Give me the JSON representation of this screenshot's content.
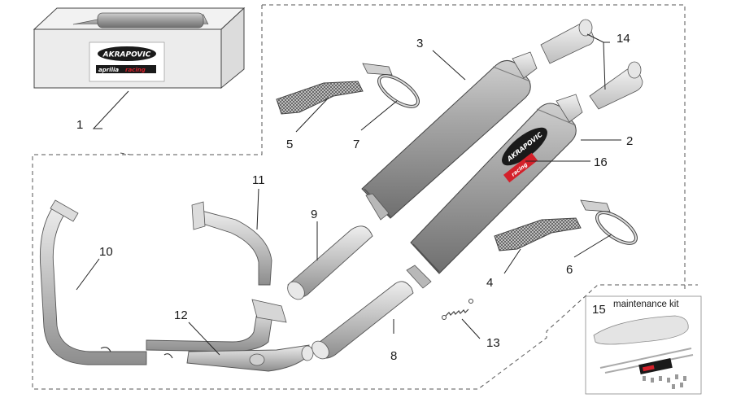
{
  "brand": {
    "logo": "AKRAPOVIC",
    "sub_brand": "aprilia",
    "sub_brand_2": "racing"
  },
  "kit_title": "maintenance kit",
  "callouts": [
    {
      "id": "1"
    },
    {
      "id": "2"
    },
    {
      "id": "3"
    },
    {
      "id": "4"
    },
    {
      "id": "5"
    },
    {
      "id": "6"
    },
    {
      "id": "7"
    },
    {
      "id": "8"
    },
    {
      "id": "9"
    },
    {
      "id": "10"
    },
    {
      "id": "11"
    },
    {
      "id": "12"
    },
    {
      "id": "13"
    },
    {
      "id": "14"
    },
    {
      "id": "15"
    },
    {
      "id": "16"
    }
  ],
  "colors": {
    "metal_light": "#d9d9d9",
    "metal_mid": "#b3b3b3",
    "metal_dark": "#8a8a8a",
    "logo_red": "#d4202a",
    "logo_black": "#1a1a1a"
  }
}
